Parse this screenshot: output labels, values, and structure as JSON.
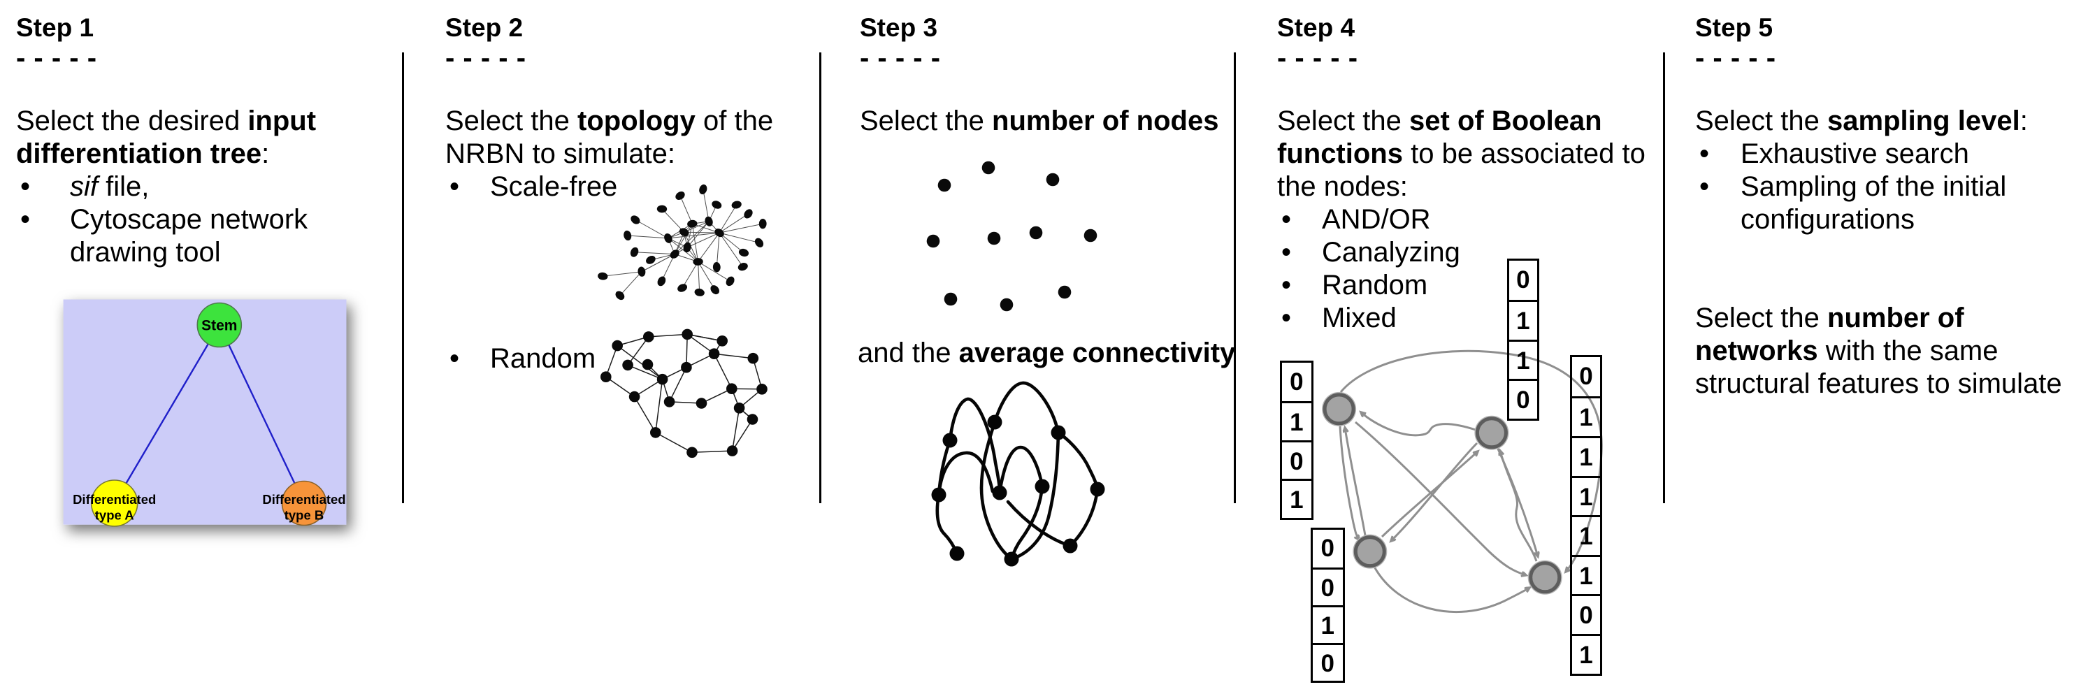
{
  "bullet": "•",
  "colors": {
    "text": "#000000",
    "tree_background": "#ccccf8",
    "stem_node": "#3de33d",
    "type_a_node": "#ffff00",
    "type_b_node": "#f7943a",
    "tree_edge": "#1f1fca",
    "arrow_gray": "#8f8f8f",
    "boolean_node_fill": "#9d9d9d",
    "boolean_node_ring": "#606060"
  },
  "s1": {
    "title": "Step 1",
    "dashes": "- - - - -",
    "l1a": "Select the desired ",
    "l1b": "input",
    "l2a": "differentiation tree",
    "l2b": ":",
    "b1a": "sif",
    "b1b": " file,",
    "b2": "Cytoscape network",
    "b2w": "drawing tool"
  },
  "s2": {
    "title": "Step 2",
    "dashes": "- - - - -",
    "l1a": "Select the ",
    "l1b": "topology",
    "l1c": " of the",
    "l2": "NRBN to simulate:",
    "b1": "Scale-free",
    "b2": "Random"
  },
  "s3": {
    "title": "Step 3",
    "dashes": "- - - - -",
    "l1a": "Select the ",
    "l1b": "number of nodes",
    "l2a": "and the ",
    "l2b": "average connectivity"
  },
  "s4": {
    "title": "Step 4",
    "dashes": "- - - - -",
    "l1a": "Select the ",
    "l1b": "set of Boolean",
    "l2a": "functions",
    "l2b": " to be associated to",
    "l3": "the nodes:",
    "b1": "AND/OR",
    "b2": "Canalyzing",
    "b3": "Random",
    "b4": "Mixed"
  },
  "s5": {
    "title": "Step 5",
    "dashes": "- - - - -",
    "l1a": "Select the ",
    "l1b": "sampling level",
    "l1c": ":",
    "b1": "Exhaustive search",
    "b2": "Sampling of the initial",
    "b2w": "configurations",
    "p2l1a": "Select the ",
    "p2l1b": "number of",
    "p2l2a": "networks",
    "p2l2b": " with the same",
    "p2l3": "structural features to simulate"
  },
  "tree": {
    "stem": "Stem",
    "a_line1": "Differentiated",
    "a_line2": "type A",
    "b_line1": "Differentiated",
    "b_line2": "type B"
  },
  "boolean_tables": {
    "left": [
      "0",
      "1",
      "0",
      "1"
    ],
    "bottom_left": [
      "0",
      "0",
      "1",
      "0"
    ],
    "top": [
      "0",
      "1",
      "1",
      "0"
    ],
    "right": [
      "0",
      "1",
      "1",
      "1",
      "1",
      "1",
      "0",
      "1"
    ]
  }
}
